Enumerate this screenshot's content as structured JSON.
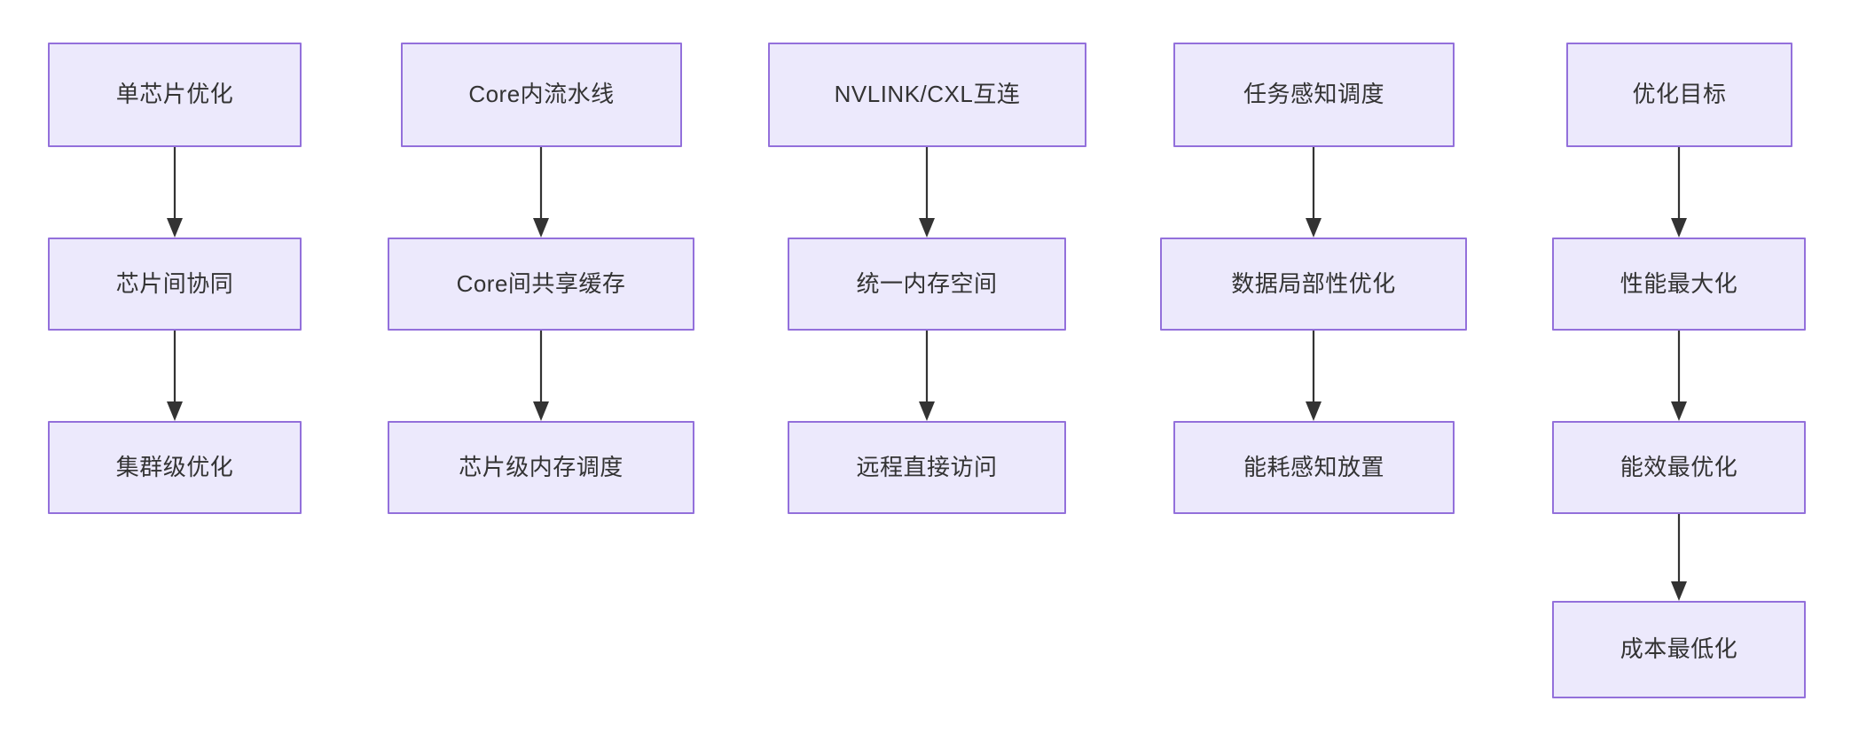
{
  "diagram": {
    "type": "flowchart",
    "orientation": "top-down-columns",
    "background_color": "#ffffff",
    "node_fill_color": "#ece9fc",
    "node_border_color": "#9370db",
    "node_text_color": "#333333",
    "edge_color": "#333333",
    "columns": [
      {
        "id": "col-single-chip",
        "nodes": [
          {
            "id": "n1",
            "label": "单芯片优化"
          },
          {
            "id": "n2",
            "label": "芯片间协同"
          },
          {
            "id": "n3",
            "label": "集群级优化"
          }
        ],
        "edges": [
          {
            "from": "n1",
            "to": "n2"
          },
          {
            "from": "n2",
            "to": "n3"
          }
        ]
      },
      {
        "id": "col-core-pipeline",
        "nodes": [
          {
            "id": "n4",
            "label": "Core内流水线"
          },
          {
            "id": "n5",
            "label": "Core间共享缓存"
          },
          {
            "id": "n6",
            "label": "芯片级内存调度"
          }
        ],
        "edges": [
          {
            "from": "n4",
            "to": "n5"
          },
          {
            "from": "n5",
            "to": "n6"
          }
        ]
      },
      {
        "id": "col-interconnect",
        "nodes": [
          {
            "id": "n7",
            "label": "NVLINK/CXL互连"
          },
          {
            "id": "n8",
            "label": "统一内存空间"
          },
          {
            "id": "n9",
            "label": "远程直接访问"
          }
        ],
        "edges": [
          {
            "from": "n7",
            "to": "n8"
          },
          {
            "from": "n8",
            "to": "n9"
          }
        ]
      },
      {
        "id": "col-scheduling",
        "nodes": [
          {
            "id": "n10",
            "label": "任务感知调度"
          },
          {
            "id": "n11",
            "label": "数据局部性优化"
          },
          {
            "id": "n12",
            "label": "能耗感知放置"
          }
        ],
        "edges": [
          {
            "from": "n10",
            "to": "n11"
          },
          {
            "from": "n11",
            "to": "n12"
          }
        ]
      },
      {
        "id": "col-goals",
        "nodes": [
          {
            "id": "n13",
            "label": "优化目标"
          },
          {
            "id": "n14",
            "label": "性能最大化"
          },
          {
            "id": "n15",
            "label": "能效最优化"
          },
          {
            "id": "n16",
            "label": "成本最低化"
          }
        ],
        "edges": [
          {
            "from": "n13",
            "to": "n14"
          },
          {
            "from": "n14",
            "to": "n15"
          },
          {
            "from": "n15",
            "to": "n16"
          }
        ]
      }
    ]
  }
}
